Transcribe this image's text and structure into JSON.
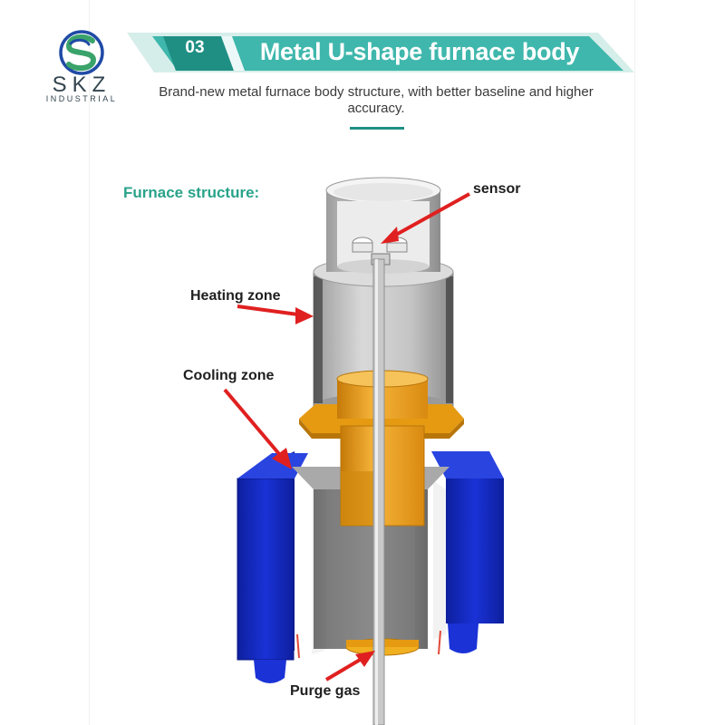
{
  "brand": {
    "name": "SKZ",
    "tagline": "INDUSTRIAL",
    "colors": {
      "blue": "#1f4aa6",
      "green": "#3aa36a"
    }
  },
  "header": {
    "number": "03",
    "title": "Metal U-shape furnace body",
    "subtitle": "Brand-new metal furnace body structure, with better baseline and higher accuracy.",
    "colors": {
      "banner": "#3fb7ac",
      "banner_dark": "#1f8f84"
    }
  },
  "diagram": {
    "title": "Furnace structure:",
    "labels": {
      "sensor": "sensor",
      "heating_zone": "Heating zone",
      "cooling_zone": "Cooling zone",
      "purge_gas": "Purge gas"
    },
    "colors": {
      "arrow": "#e02020",
      "furnace": "#b7b7b7",
      "cooling": "#e59a12",
      "block": "#1a2fd0"
    }
  }
}
